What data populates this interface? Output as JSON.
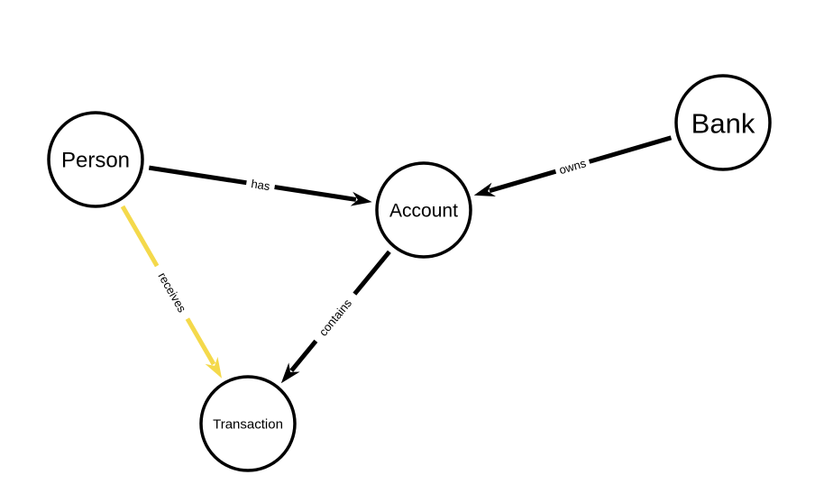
{
  "graph": {
    "nodes": [
      {
        "id": "person",
        "label": "Person"
      },
      {
        "id": "account",
        "label": "Account"
      },
      {
        "id": "bank",
        "label": "Bank"
      },
      {
        "id": "transaction",
        "label": "Transaction"
      }
    ],
    "edges": [
      {
        "from": "person",
        "to": "account",
        "label": "has",
        "color": "#000000"
      },
      {
        "from": "bank",
        "to": "account",
        "label": "owns",
        "color": "#000000"
      },
      {
        "from": "account",
        "to": "transaction",
        "label": "contains",
        "color": "#000000"
      },
      {
        "from": "person",
        "to": "transaction",
        "label": "receives",
        "color": "#f4d94b"
      }
    ]
  }
}
